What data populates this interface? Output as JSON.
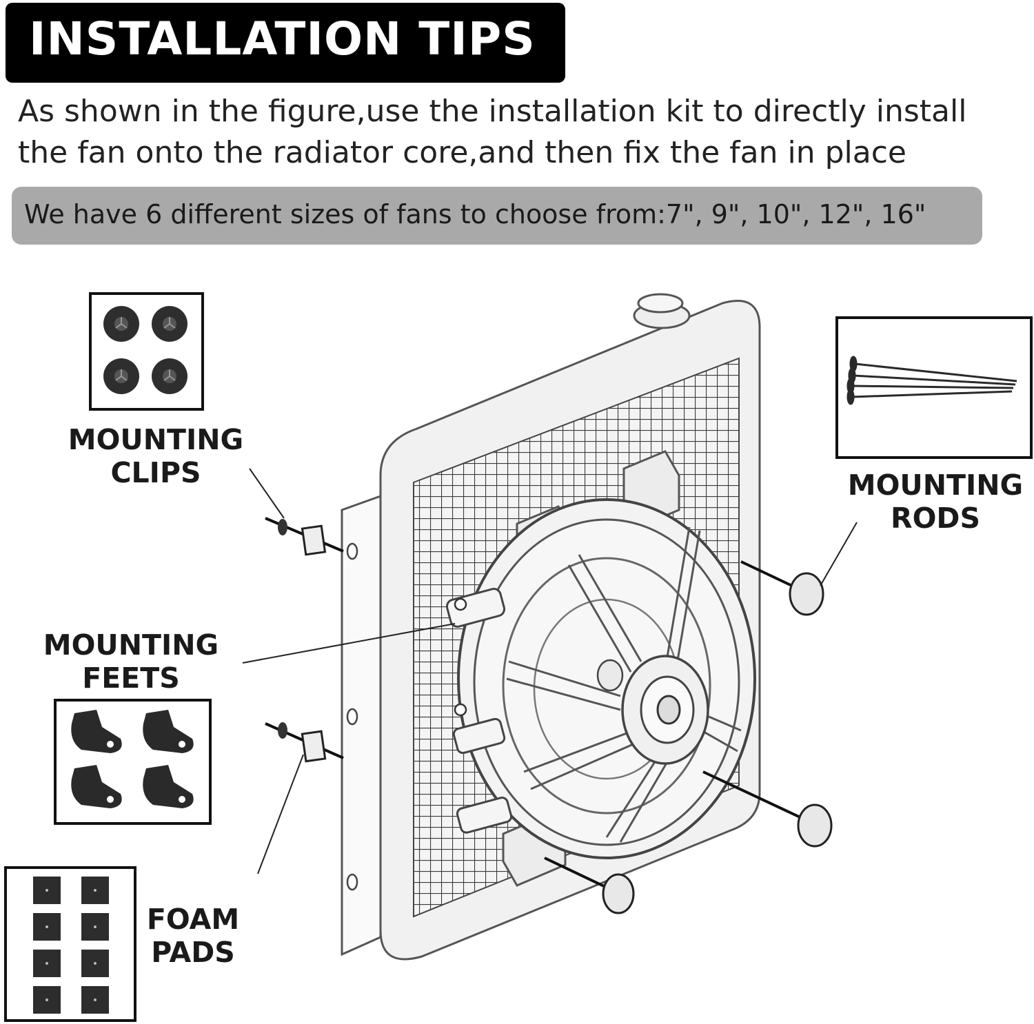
{
  "header": {
    "title": "INSTALLATION TIPS"
  },
  "description": {
    "line1": "As shown in the figure,use the installation kit to directly install",
    "line2": "the fan onto the radiator core,and then fix the fan in place"
  },
  "sizes_note": "We have 6 different sizes of fans to choose from:7\", 9\", 10\", 12\", 16\"",
  "parts": {
    "clips": {
      "line1": "MOUNTING",
      "line2": "CLIPS"
    },
    "rods": {
      "line1": "MOUNTING",
      "line2": "RODS"
    },
    "feet": {
      "line1": "MOUNTING",
      "line2": "FEETS"
    },
    "foam": {
      "line1": "FOAM",
      "line2": "PADS"
    }
  },
  "colors": {
    "banner": "#000000",
    "banner_text": "#ffffff",
    "sizes_banner": "#a9a9a9",
    "part_dark": "#2a2a2a"
  }
}
